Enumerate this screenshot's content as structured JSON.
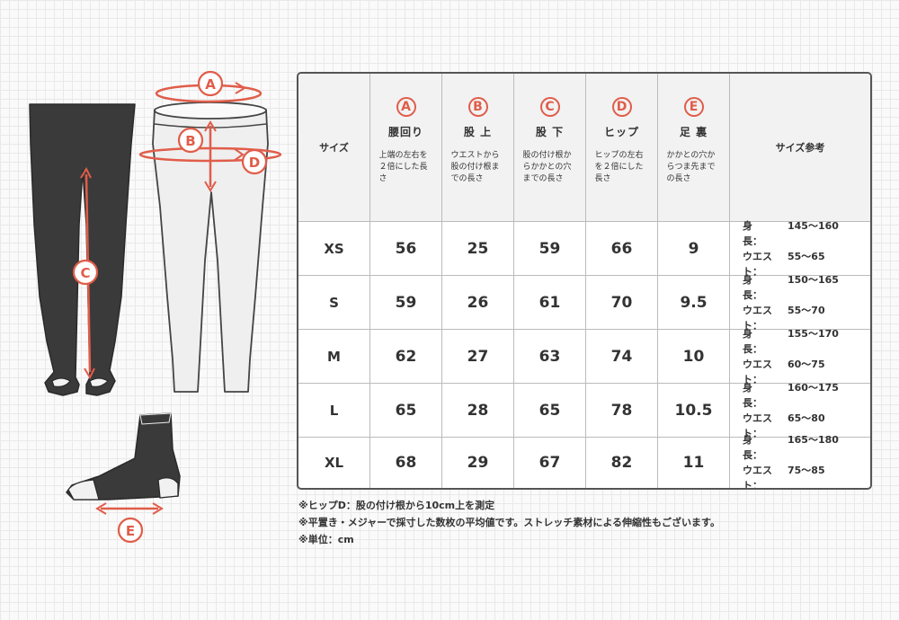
{
  "headers": {
    "size": "サイズ",
    "reference": "サイズ参考",
    "columns": [
      {
        "letter": "A",
        "name": "腰回り",
        "desc": "上端の左右を２倍にした長さ"
      },
      {
        "letter": "B",
        "name": "股 上",
        "desc": "ウエストから股の付け根までの長さ"
      },
      {
        "letter": "C",
        "name": "股 下",
        "desc": "股の付け根からかかとの穴までの長さ"
      },
      {
        "letter": "D",
        "name": "ヒップ",
        "desc": "ヒップの左右を２倍にした長さ"
      },
      {
        "letter": "E",
        "name": "足 裏",
        "desc": "かかとの穴からつま先までの長さ"
      }
    ]
  },
  "rows": [
    {
      "size": "XS",
      "values": [
        "56",
        "25",
        "59",
        "66",
        "9"
      ],
      "height_label": "身　　長：",
      "height": "145～160",
      "waist_label": "ウエスト：",
      "waist": "55～65"
    },
    {
      "size": "S",
      "values": [
        "59",
        "26",
        "61",
        "70",
        "9.5"
      ],
      "height_label": "身　　長：",
      "height": "150～165",
      "waist_label": "ウエスト：",
      "waist": "55～70"
    },
    {
      "size": "M",
      "values": [
        "62",
        "27",
        "63",
        "74",
        "10"
      ],
      "height_label": "身　　長：",
      "height": "155～170",
      "waist_label": "ウエスト：",
      "waist": "60～75"
    },
    {
      "size": "L",
      "values": [
        "65",
        "28",
        "65",
        "78",
        "10.5"
      ],
      "height_label": "身　　長：",
      "height": "160～175",
      "waist_label": "ウエスト：",
      "waist": "65～80"
    },
    {
      "size": "XL",
      "values": [
        "68",
        "29",
        "67",
        "82",
        "11"
      ],
      "height_label": "身　　長：",
      "height": "165～180",
      "waist_label": "ウエスト：",
      "waist": "75～85"
    }
  ],
  "notes": [
    "※ヒップD：股の付け根から10cm上を測定",
    "※平置き・メジャーで採寸した数枚の平均値です。ストレッチ素材による伸縮性もございます。",
    "※単位：cm"
  ],
  "diagram": {
    "labels": [
      "A",
      "B",
      "C",
      "D",
      "E"
    ],
    "colors": {
      "accent": "#e05d4a",
      "dark_garment": "#3a3a3a",
      "light_garment": "#efefef",
      "border": "#555555"
    }
  }
}
